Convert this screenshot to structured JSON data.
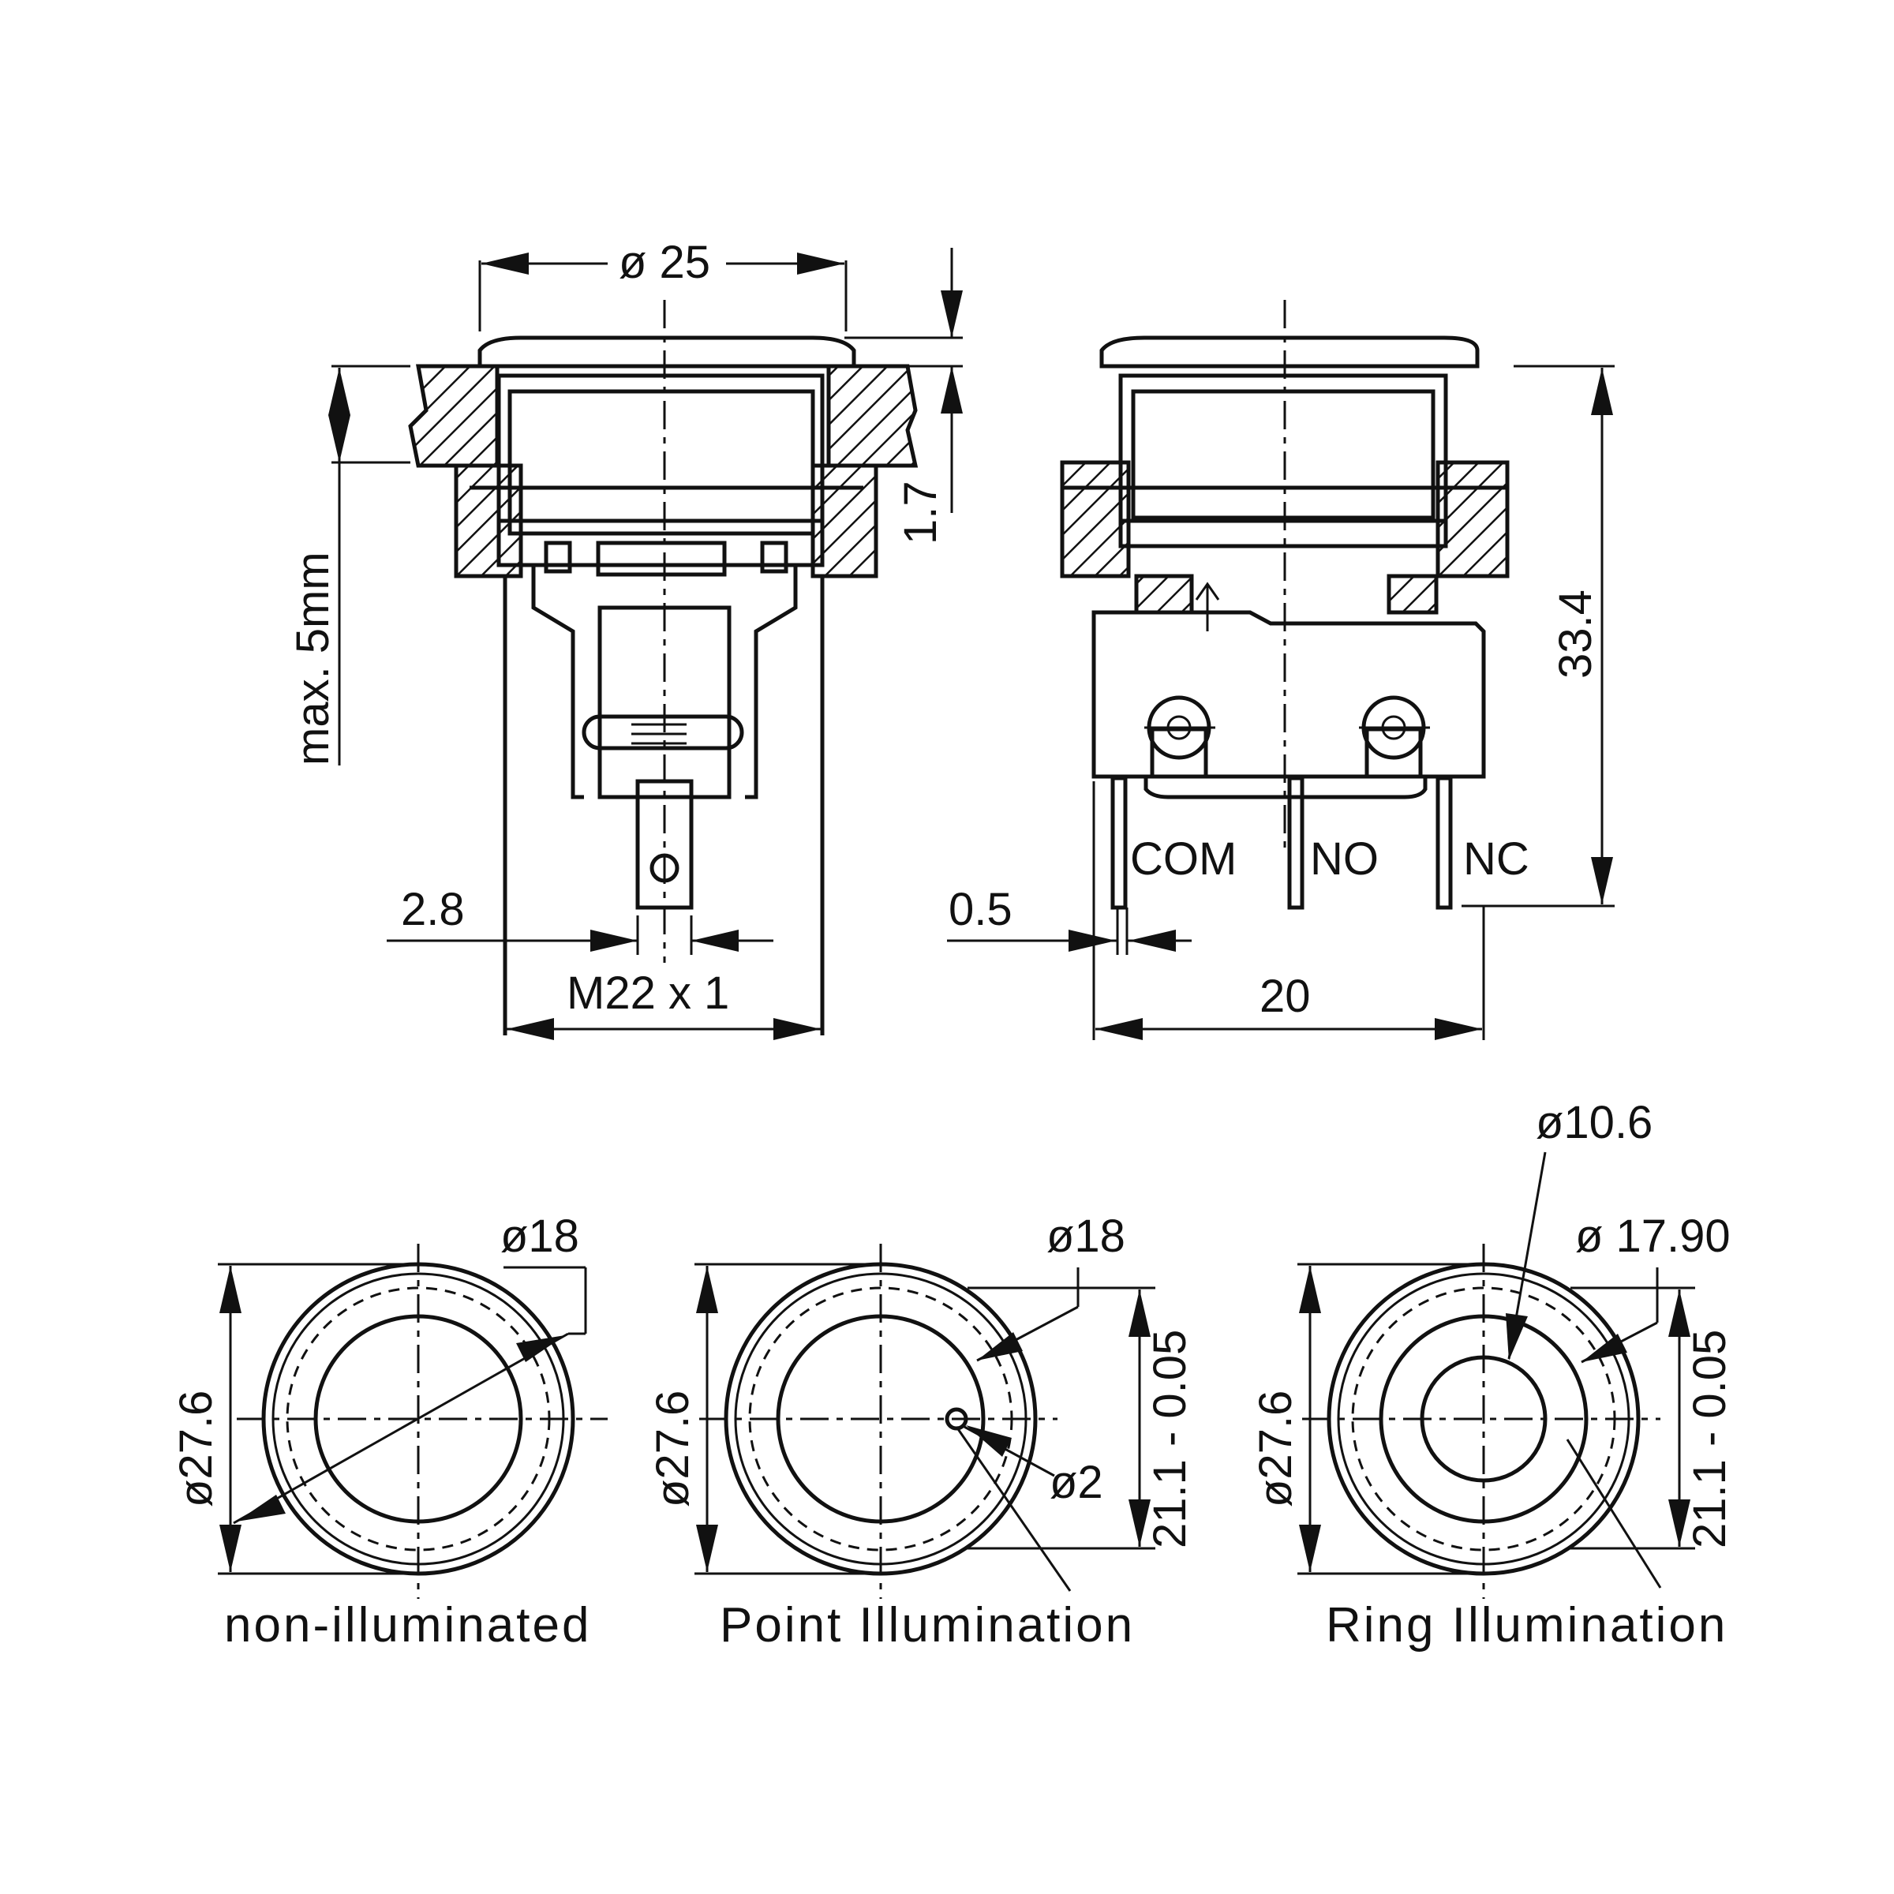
{
  "side_view_left": {
    "dim_diameter": "ø 25",
    "dim_max": "max. 5mm",
    "dim_thickness": "1.7",
    "dim_pin": "2.8",
    "dim_thread": "M22 x 1"
  },
  "side_view_right": {
    "dim_height": "33.4",
    "dim_pin": "0.5",
    "dim_width": "20",
    "terminals": [
      "COM",
      "NO",
      "NC"
    ]
  },
  "top_views": [
    {
      "caption": "non-illuminated",
      "dim_outer": "ø27.6",
      "dim_inner": "ø18"
    },
    {
      "caption": "Point Illumination",
      "dim_outer": "ø27.6",
      "dim_inner": "ø18",
      "dim_point": "ø2",
      "dim_height": "21.1 - 0.05"
    },
    {
      "caption": "Ring Illumination",
      "dim_outer": "ø27.6",
      "dim_center": "ø10.6",
      "dim_ring": "ø 17.90",
      "dim_height": "21.1 - 0.05"
    }
  ]
}
